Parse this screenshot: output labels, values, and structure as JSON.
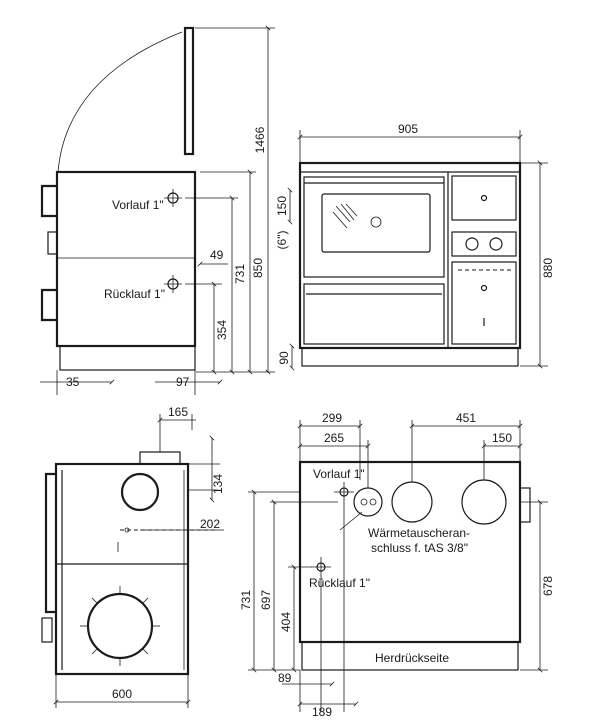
{
  "labels": {
    "side_vorlauf": "Vorlauf 1\"",
    "side_ruecklauf": "Rücklauf 1\"",
    "back_vorlauf": "Vorlauf 1\"",
    "back_ruecklauf": "Rücklauf 1\"",
    "waermetauscher_line1": "Wärmetauscheran-",
    "waermetauscher_line2": "schluss f. tAS 3/8\"",
    "herdrueckseite": "Herdrückseite"
  },
  "dimensions": {
    "side_height_total": "1466",
    "side_height_850": "850",
    "side_height_731": "731",
    "side_offset_49": "49",
    "side_height_354": "354",
    "side_depth_35": "35",
    "side_depth_97": "97",
    "front_width": "905",
    "front_height": "880",
    "front_oven_150": "150",
    "front_oven_6": "(6\")",
    "front_plinth_90": "90",
    "top_width_165": "165",
    "top_depth_134": "134",
    "top_offset_202": "202",
    "top_depth_600": "600",
    "back_299": "299",
    "back_265": "265",
    "back_451": "451",
    "back_150": "150",
    "back_731": "731",
    "back_697": "697",
    "back_404": "404",
    "back_678": "678",
    "back_89": "89",
    "back_189": "189"
  }
}
